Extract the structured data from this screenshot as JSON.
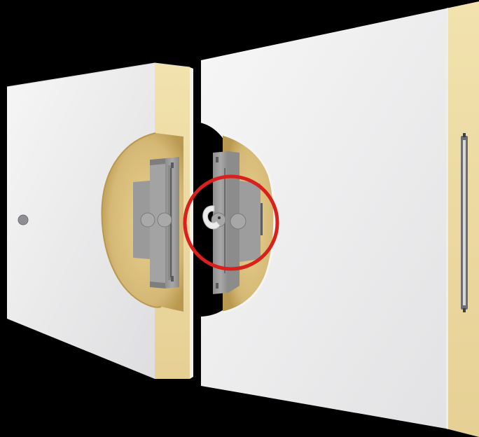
{
  "scene": {
    "description_free": true
  },
  "colors": {
    "background": "#000000",
    "panel_face": "#f3f3f3",
    "panel_face_shade": "#e4e4e6",
    "insulation_core": "#ecd9a1",
    "insulation_shadow": "#c9ae6c",
    "lock_metal": "#9c9c9c",
    "lock_metal_dark": "#6f6f6f",
    "highlight_circle": "#d8201c"
  },
  "icons": {
    "left_panel": "insulated-panel",
    "right_panel": "insulated-panel",
    "left_lock": "cam-lock-housing",
    "right_lock": "cam-lock-housing-with-hook",
    "hook": "cam-hook",
    "hex_hole": "hex-key-hole",
    "side_slot": "edge-slot",
    "highlight": "highlight-circle"
  }
}
